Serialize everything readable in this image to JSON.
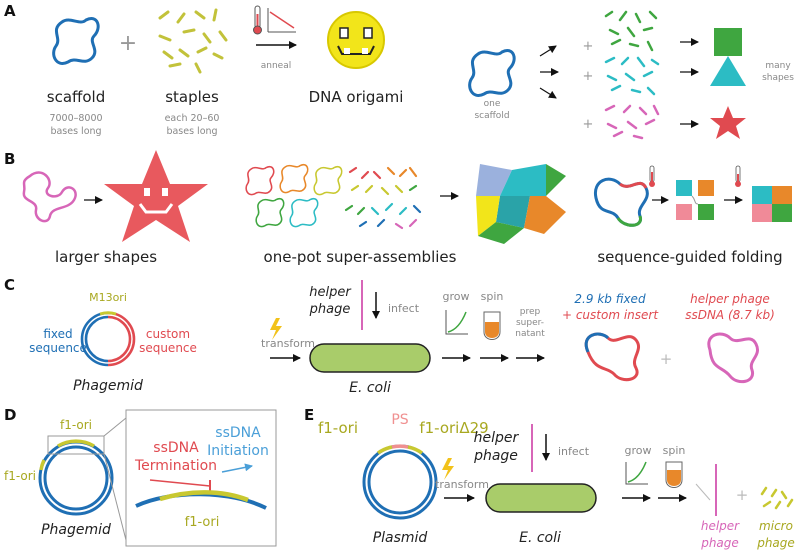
{
  "panels": {
    "a": "A",
    "b": "B",
    "c": "C",
    "d": "D",
    "e": "E"
  },
  "panel_a": {
    "scaffold_label": "scaffold",
    "scaffold_sub_1": "7000–8000",
    "scaffold_sub_2": "bases long",
    "plus": "+",
    "staples_label": "staples",
    "staples_sub_1": "each 20–60",
    "staples_sub_2": "bases long",
    "anneal": "anneal",
    "origami_label": "DNA origami",
    "one_scaffold_1": "one",
    "one_scaffold_2": "scaffold",
    "many_shapes_1": "many",
    "many_shapes_2": "shapes"
  },
  "panel_b": {
    "larger_shapes": "larger shapes",
    "super_assemblies": "one-pot super-assemblies",
    "sequence_guided": "sequence-guided folding"
  },
  "panel_c": {
    "m13ori": "M13ori",
    "fixed_1": "fixed",
    "fixed_2": "sequence",
    "custom_1": "custom",
    "custom_2": "sequence",
    "phagemid": "Phagemid",
    "transform": "transform",
    "helper_1": "helper",
    "helper_2": "phage",
    "infect": "infect",
    "ecoli": "E. coli",
    "grow": "grow",
    "spin": "spin",
    "prep_1": "prep",
    "prep_2": "super-",
    "prep_3": "natant",
    "fixed_kb": "2.9 kb fixed",
    "custom_insert": "+ custom insert",
    "helper_ss_1": "helper phage",
    "helper_ss_2": "ssDNA (8.7 kb)",
    "plus": "+"
  },
  "panel_d": {
    "f1ori_top": "f1-ori",
    "f1ori_left": "f1-ori",
    "phagemid": "Phagemid",
    "termination_1": "ssDNA",
    "termination_2": "Termination",
    "initiation_1": "ssDNA",
    "initiation_2": "Initiation",
    "f1ori_bottom": "f1-ori"
  },
  "panel_e": {
    "f1ori": "f1-ori",
    "ps": "PS",
    "f1ori_delta": "f1-oriΔ29",
    "plasmid": "Plasmid",
    "transform": "transform",
    "helper_1": "helper",
    "helper_2": "phage",
    "infect": "infect",
    "ecoli": "E. coli",
    "grow": "grow",
    "spin": "spin",
    "helper_out_1": "helper",
    "helper_out_2": "phage",
    "micro_1": "micro",
    "micro_2": "phage",
    "plus": "+"
  },
  "colors": {
    "blue": "#1f6fb4",
    "olive": "#c8c830",
    "green": "#3fa640",
    "teal": "#2cbcc4",
    "pink": "#d766b8",
    "red": "#e04a50",
    "ecoli": "#a9cc6a",
    "yellow": "#f2e51a"
  }
}
